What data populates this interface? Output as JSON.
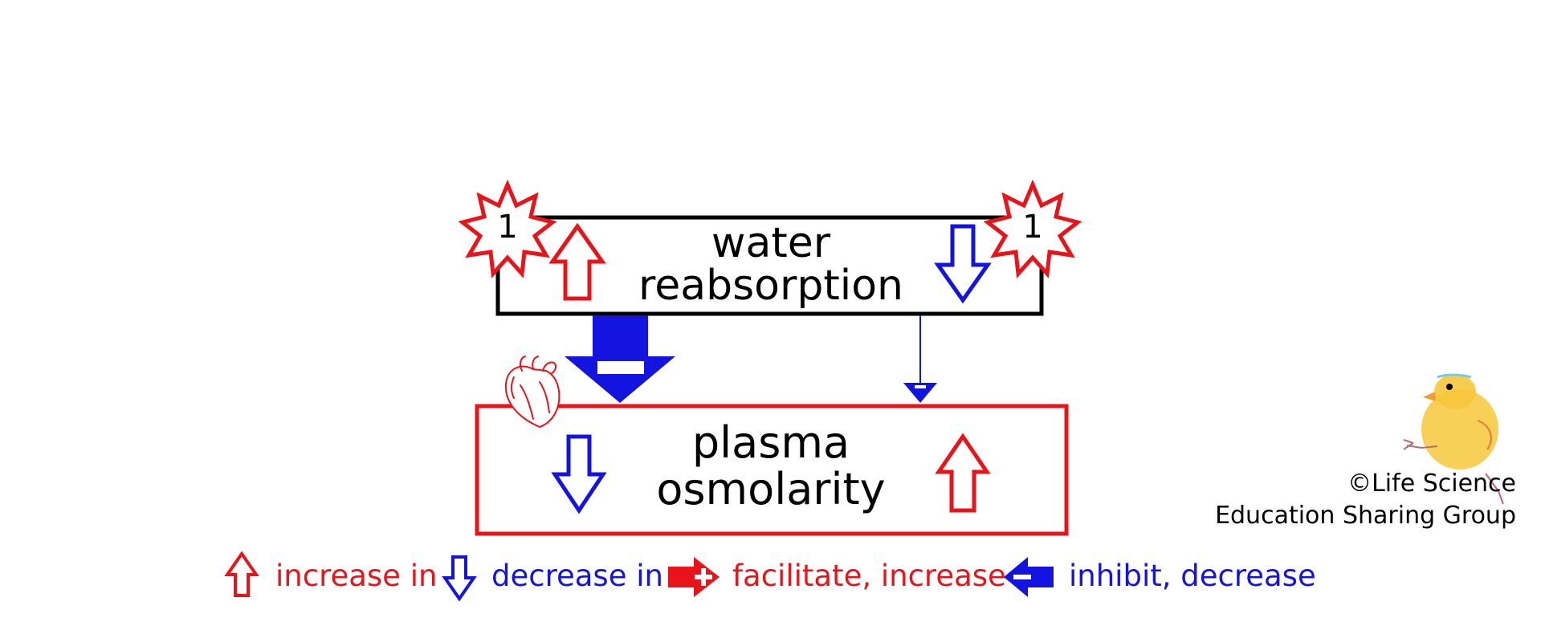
{
  "colors": {
    "red": "#e8141a",
    "blue": "#1414e0",
    "black": "#000000"
  },
  "top_box": {
    "line1": "water",
    "line2": "reabsorption",
    "badge_left": "1",
    "badge_right": "1"
  },
  "bottom_box": {
    "line1": "plasma",
    "line2": "osmolarity"
  },
  "copyright": {
    "line1": "©Life Science",
    "line2": "Education Sharing Group"
  },
  "legend": {
    "increase": "increase in",
    "decrease": "decrease in",
    "facilitate": "facilitate, increase",
    "inhibit": "inhibit, decrease"
  },
  "icons": {
    "heart": "heart-icon",
    "chick": "chick-mascot-icon"
  }
}
